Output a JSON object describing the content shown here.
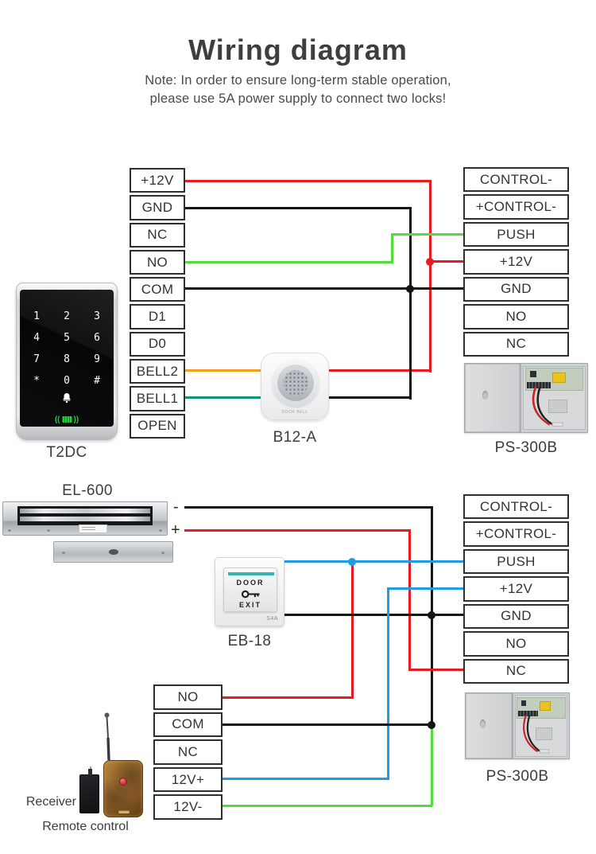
{
  "page": {
    "title": "Wiring diagram",
    "note_line1": "Note: In order to ensure long-term stable operation,",
    "note_line2": "please use 5A power supply to connect two locks!"
  },
  "terminal_blocks": {
    "keypad_block": [
      "+12V",
      "GND",
      "NC",
      "NO",
      "COM",
      "D1",
      "D0",
      "BELL2",
      "BELL1",
      "OPEN"
    ],
    "psu_block_top": [
      "CONTROL-",
      "+CONTROL-",
      "PUSH",
      "+12V",
      "GND",
      "NO",
      "NC"
    ],
    "psu_block_bottom": [
      "CONTROL-",
      "+CONTROL-",
      "PUSH",
      "+12V",
      "GND",
      "NO",
      "NC"
    ],
    "receiver_block": [
      "NO",
      "COM",
      "NC",
      "12V+",
      "12V-"
    ]
  },
  "devices": {
    "keypad": {
      "label": "T2DC",
      "keys": [
        "1",
        "2",
        "3",
        "4",
        "5",
        "6",
        "7",
        "8",
        "9",
        "*",
        "0",
        "#"
      ]
    },
    "doorbell": {
      "label": "B12-A",
      "badge": "DOOR BELL"
    },
    "psu_top": {
      "label": "PS-300B"
    },
    "psu_bottom": {
      "label": "PS-300B"
    },
    "maglock": {
      "label": "EL-600",
      "minus_terminal": "-",
      "plus_terminal": "+"
    },
    "exit_button": {
      "label": "EB-18",
      "text_top": "DOOR",
      "text_bottom": "EXIT",
      "brand": "S4A"
    },
    "receiver_label": "Receiver",
    "remote_label": "Remote control"
  },
  "colors": {
    "red": "#e81b23",
    "black": "#151515",
    "green": "#4fdd38",
    "blue": "#1e9ce4",
    "orange": "#f5a01d",
    "teal": "#0d9577",
    "indicator_green": "#25cb3c",
    "exit_stripe": "#35b3ac"
  }
}
